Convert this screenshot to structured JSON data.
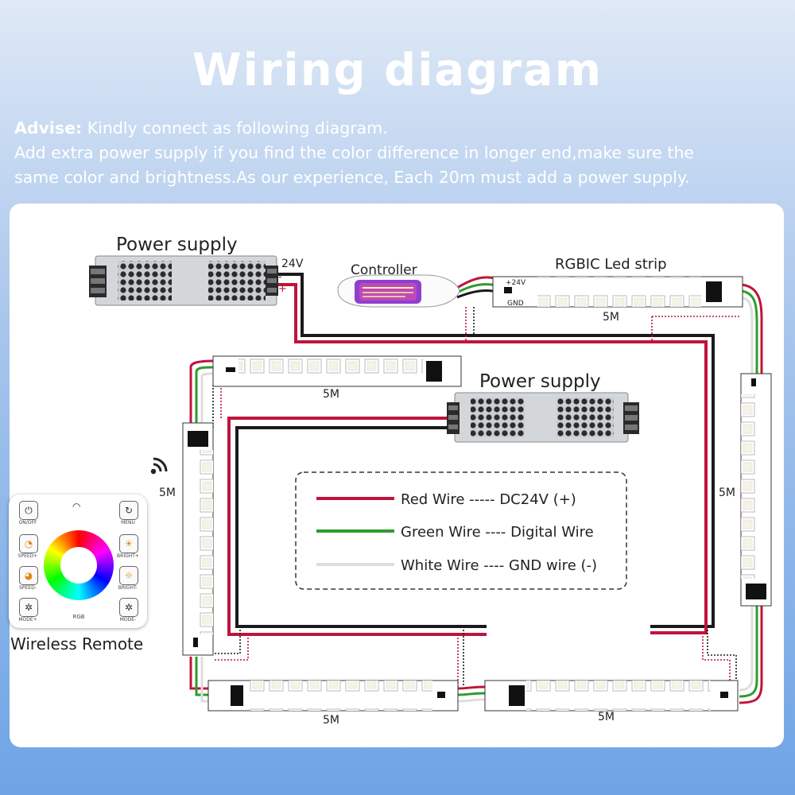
{
  "header": {
    "title": "Wiring diagram",
    "advise_prefix": "Advise:",
    "advise_line1": "Kindly connect as following diagram.",
    "advise_line2": "Add extra power supply if you find the color difference in longer end,make sure the",
    "advise_line3": "same color and brightness.As our experience, Each 20m must add a power supply."
  },
  "diagram": {
    "power_supply_1": "Power supply",
    "power_supply_2": "Power supply",
    "voltage": "24V",
    "minus": "-",
    "plus": "+",
    "controller": "Controller",
    "strip_title": "RGBIC Led strip",
    "pin_24v": "+24V",
    "pin_gnd": "GND",
    "seg_top": "5M",
    "seg_upper": "5M",
    "seg_left": "5M",
    "seg_right": "5M",
    "seg_bottom_left": "5M",
    "seg_bottom_right": "5M"
  },
  "legend": {
    "red": "Red Wire ----- DC24V (+)",
    "green": "Green Wire ---- Digital Wire",
    "white": "White Wire ---- GND wire (-)"
  },
  "colors": {
    "red_wire": "#c0143c",
    "green_wire": "#2e9b2e",
    "white_wire": "#dddddd",
    "black_wire": "#1a1a1a"
  },
  "remote": {
    "label": "Wireless Remote",
    "btn_onoff": "ON/OFF",
    "btn_menu": "MENU",
    "btn_speed_up": "SPEED+",
    "btn_speed_down": "SPEED-",
    "btn_bright_up": "BRIGHT+",
    "btn_bright_down": "BRIGHT-",
    "btn_mode_up": "MODE+",
    "btn_mode_down": "MODE-",
    "center": "RGB"
  }
}
